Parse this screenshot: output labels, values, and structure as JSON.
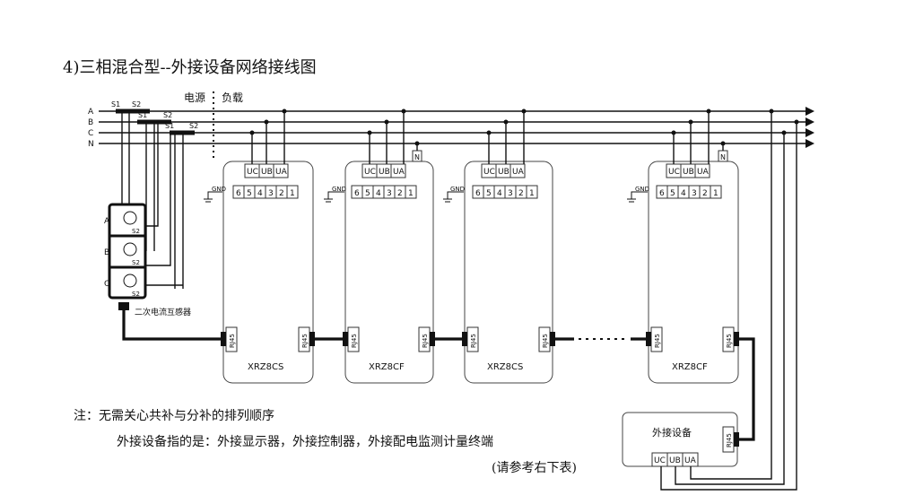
{
  "title": "4)三相混合型--外接设备网络接线图",
  "source_load": {
    "source": "电源",
    "load": "负载"
  },
  "bus_lines": [
    "A",
    "B",
    "C",
    "N"
  ],
  "switch_labels": [
    "S1",
    "S2"
  ],
  "ct": {
    "phases": [
      "A",
      "B",
      "C"
    ],
    "s2_label": "S2",
    "caption": "二次电流互感器"
  },
  "gnd_label": "GND",
  "voltage_terminals": [
    "UC",
    "UB",
    "UA"
  ],
  "n_terminal": "N",
  "terminals": [
    "6",
    "5",
    "4",
    "3",
    "2",
    "1"
  ],
  "rj45_label": "RJ45",
  "devices": [
    {
      "model": "XRZ8CS"
    },
    {
      "model": "XRZ8CF"
    },
    {
      "model": "XRZ8CS"
    },
    {
      "model": "XRZ8CF"
    }
  ],
  "external": {
    "label": "外接设备"
  },
  "notes": {
    "line1": "注：无需关心共补与分补的排列顺序",
    "line2": "外接设备指的是：外接显示器，外接控制器，外接配电监测计量终端",
    "line3": "(请参考右下表)"
  }
}
